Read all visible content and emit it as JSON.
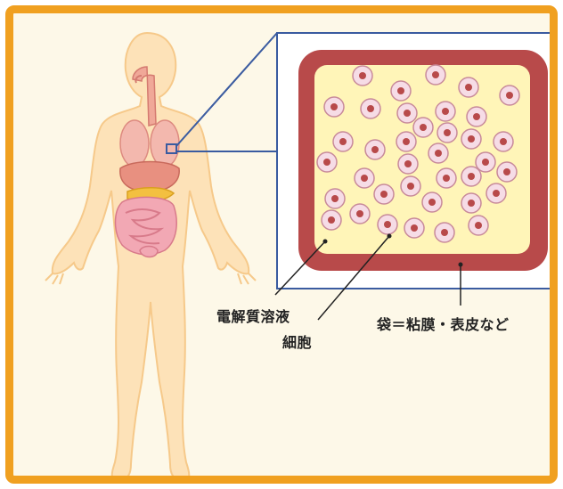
{
  "labels": {
    "electrolyte": "電解質溶液",
    "cells": "細胞",
    "bag": "袋＝粘膜・表皮など"
  },
  "colors": {
    "frame_border": "#f0a020",
    "background": "#fdf8e8",
    "body_fill": "#fde2b8",
    "body_stroke": "#f6c98a",
    "zoom_box": "#3a5ba0",
    "bag_wall": "#b84a4a",
    "fluid": "#fff5b8",
    "cell_fill": "#f6dce6",
    "cell_nucleus": "#b84a4a"
  }
}
